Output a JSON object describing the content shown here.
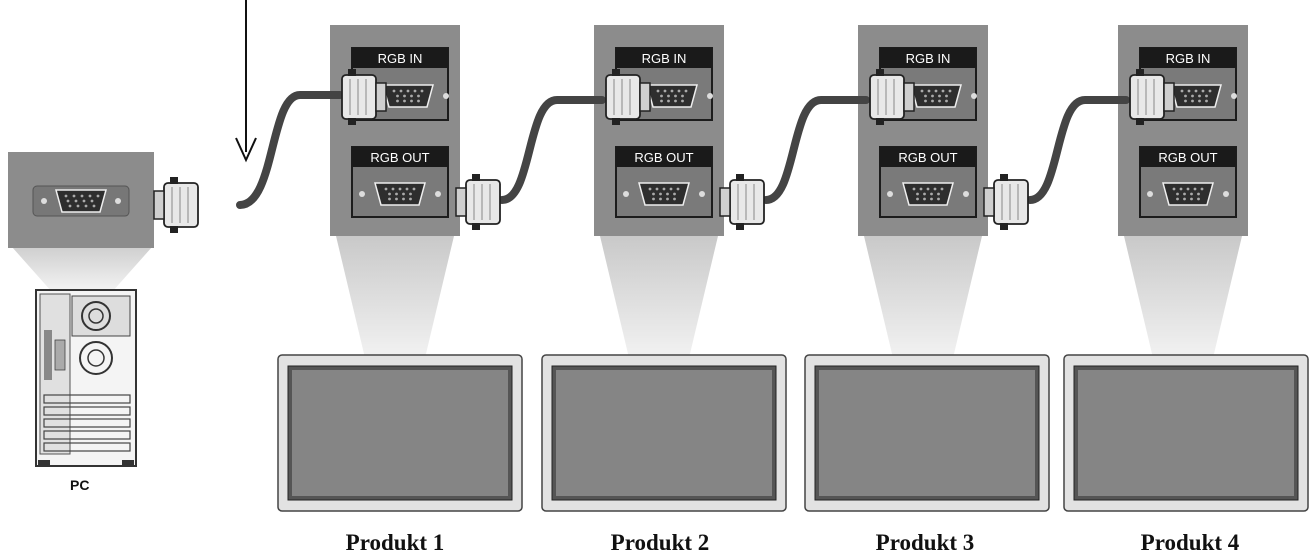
{
  "pc": {
    "label": "PC",
    "port_icon": "vga-port-icon",
    "tower_icon": "pc-tower-icon"
  },
  "products": [
    {
      "label": "Produkt 1",
      "rgb_in": "RGB IN",
      "rgb_out": "RGB OUT"
    },
    {
      "label": "Produkt 2",
      "rgb_in": "RGB IN",
      "rgb_out": "RGB OUT"
    },
    {
      "label": "Produkt 3",
      "rgb_in": "RGB IN",
      "rgb_out": "RGB OUT"
    },
    {
      "label": "Produkt 4",
      "rgb_in": "RGB IN",
      "rgb_out": "RGB OUT"
    }
  ],
  "icons": {
    "pointer": "down-arrow-icon",
    "direction": "left-arrow-icon",
    "connector": "vga-connector-icon",
    "cable": "cable-icon"
  },
  "colors": {
    "panel": "#8c8c8c",
    "panel_dark": "#6e6e6e",
    "label_bg": "#1a1a1a",
    "cone": "#d4d4d4",
    "bezel": "#e2e2e2",
    "screen": "#858585",
    "cable": "#444444",
    "connector": "#e8e8e8"
  }
}
